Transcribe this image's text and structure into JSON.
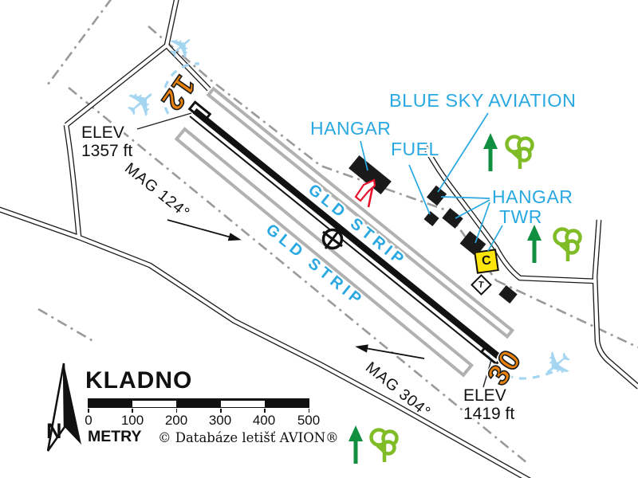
{
  "title_block": {
    "title": "KLADNO",
    "unit": "METRY",
    "copyright": "© Databáze letišť AVION®",
    "north": "N",
    "scale_ticks": [
      "0",
      "100",
      "200",
      "300",
      "400",
      "500"
    ]
  },
  "runway": {
    "num_12": "12",
    "num_30": "30",
    "mag_124": "MAG 124°",
    "mag_304": "MAG 304°",
    "gld_strip": "GLD STRIP"
  },
  "elev_nw": {
    "line1": "ELEV",
    "line2": "1357 ft"
  },
  "elev_se": {
    "line1": "ELEV",
    "line2": "1419 ft"
  },
  "labels": {
    "blue_sky": "BLUE SKY AVIATION",
    "hangar_nw": "HANGAR",
    "fuel": "FUEL",
    "hangar_e": "HANGAR",
    "twr": "TWR"
  },
  "signals": {
    "c": "C",
    "t": "T"
  },
  "icons": {
    "airplane": "✈",
    "tree": "tree-icon",
    "climb_arrow": "green-up-arrow-icon",
    "windsock": "windsock-icon",
    "launch_point": "circle-cross-icon",
    "north_arrow": "north-arrow-icon"
  },
  "colors": {
    "label_blue": "#29a8e1",
    "plane_blue": "#a5d6f1",
    "runway_orange": "#e8820d",
    "signal_yellow": "#ffe60a",
    "tree_green": "#7fbc26",
    "arrow_green": "#0f8f3f",
    "strip_gray": "#b1b1b1",
    "boundary_gray": "#9a9a9a",
    "windsock_red": "#e8142e",
    "ink": "#111111"
  }
}
